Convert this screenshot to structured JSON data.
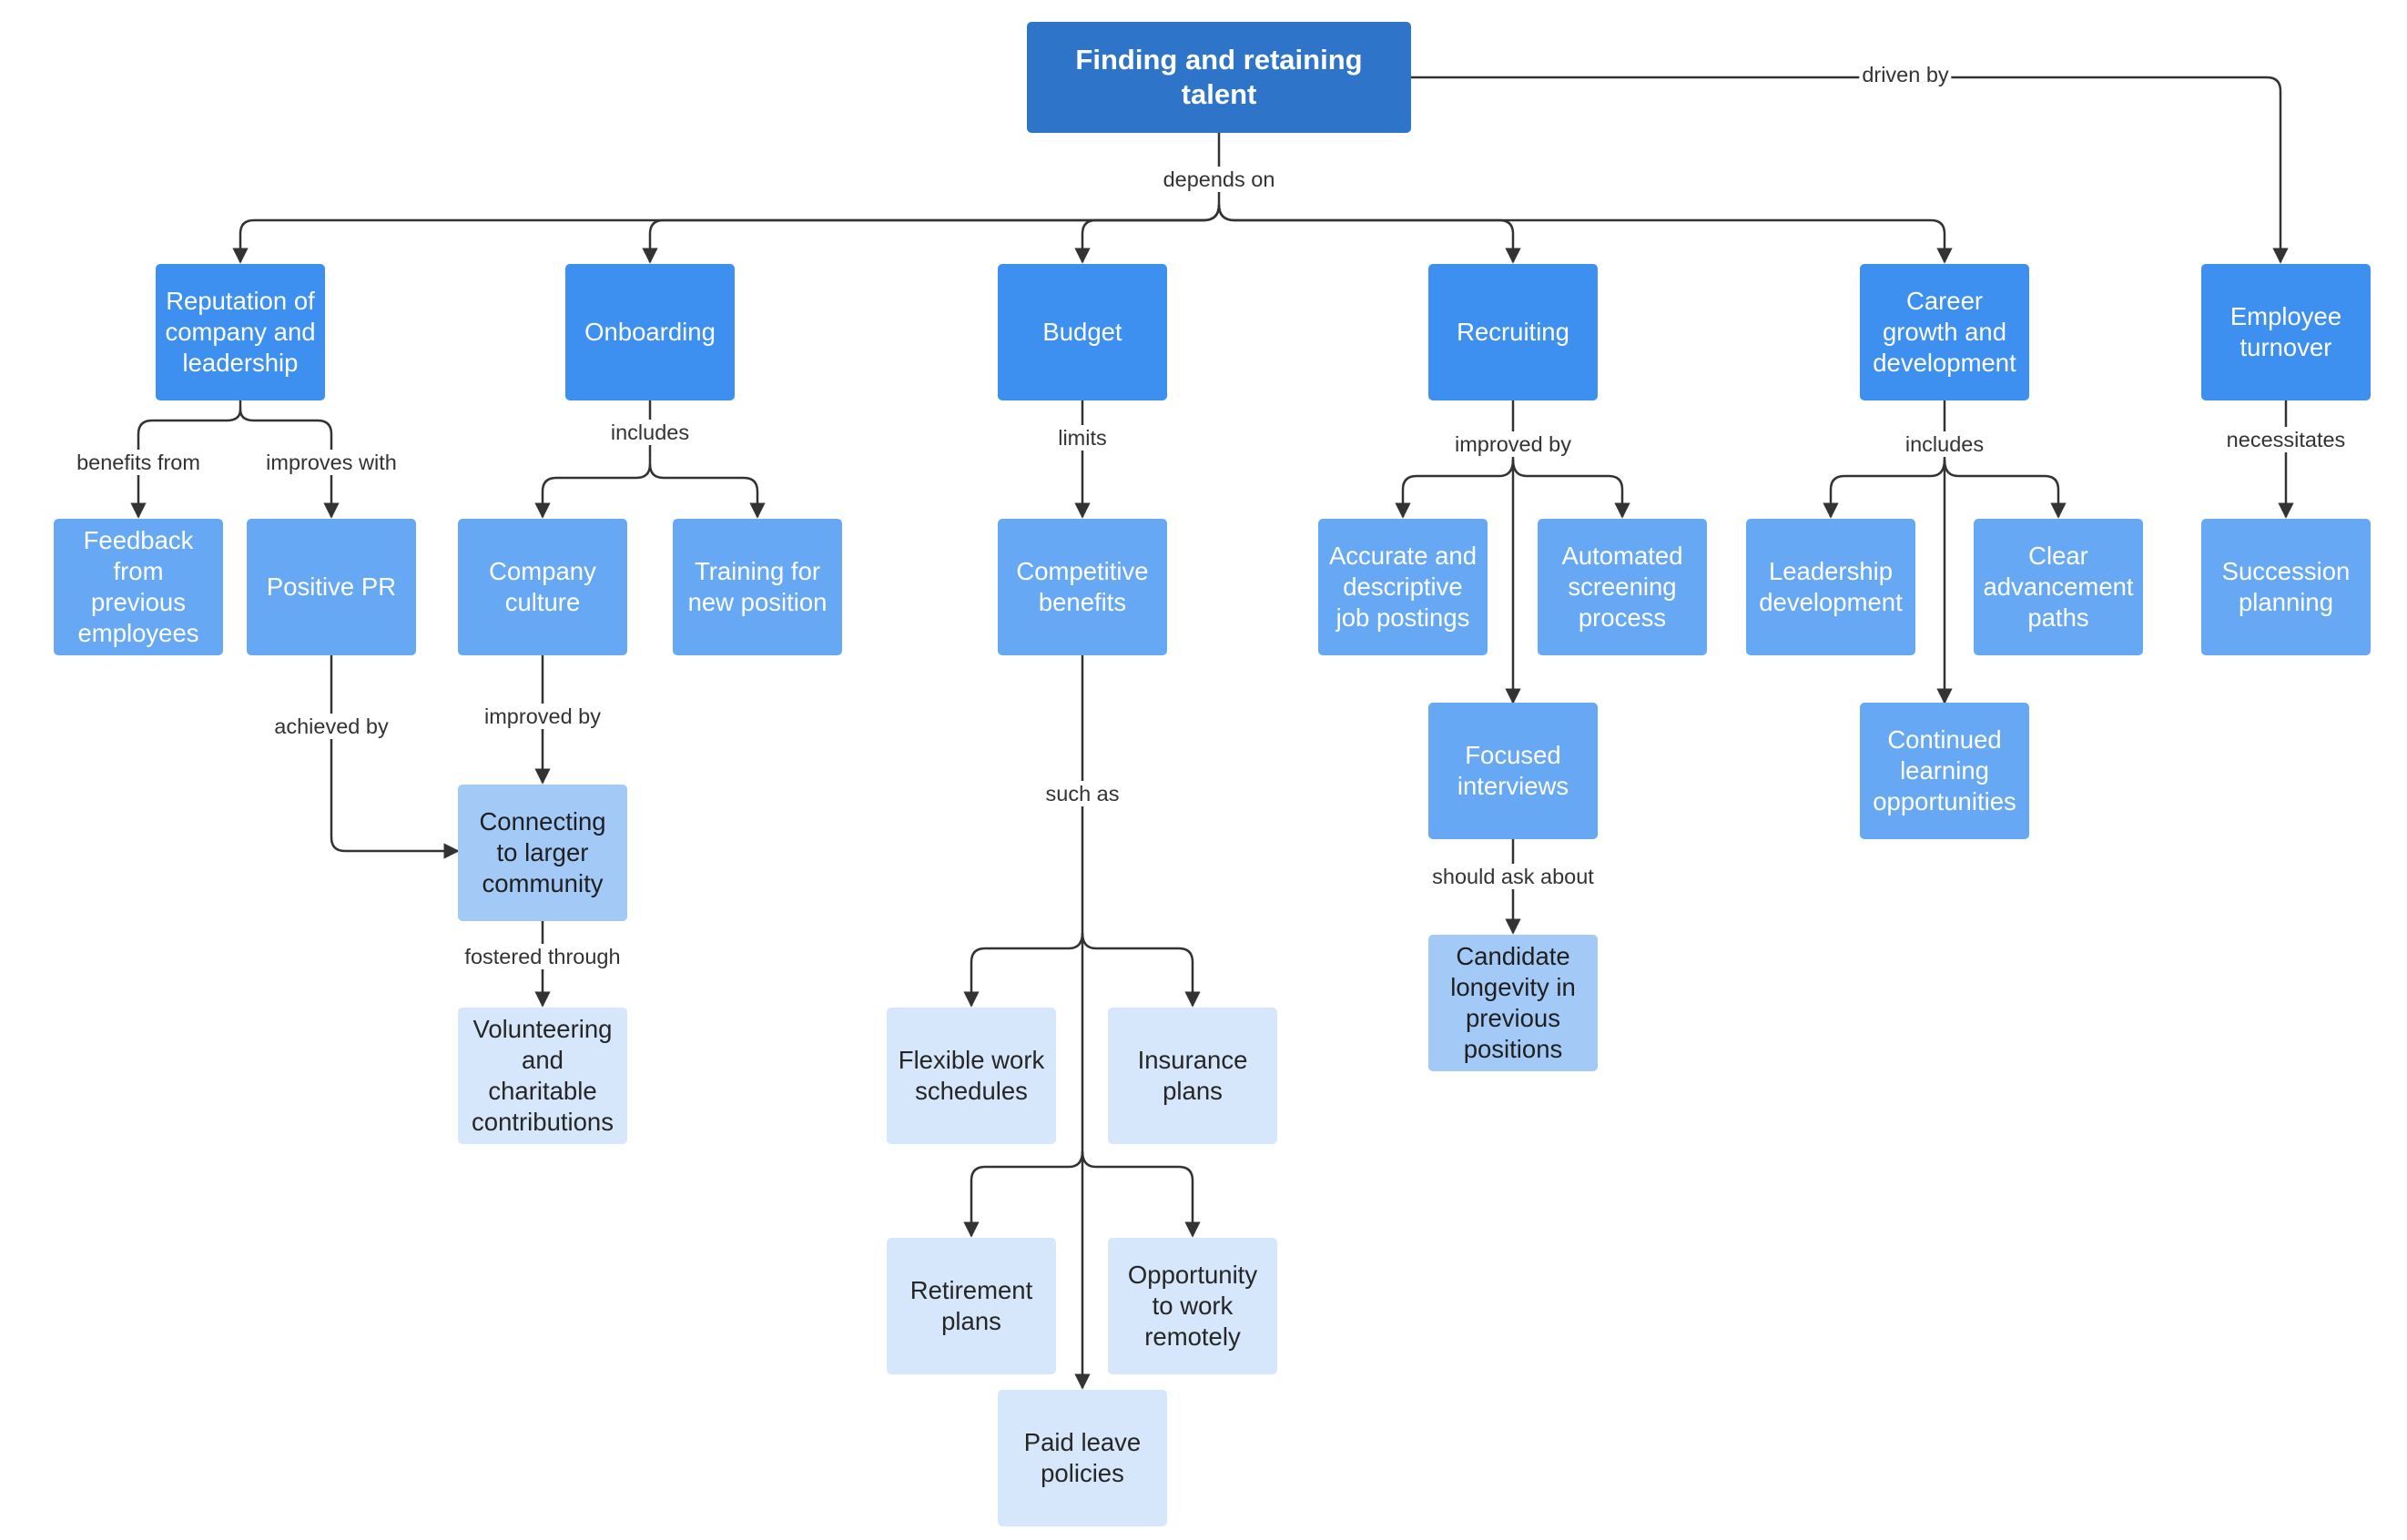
{
  "colors": {
    "root": "#2e75c9",
    "level1": "#3d8ff0",
    "level2": "#67a8f4",
    "level3": "#a3caf7",
    "level4": "#d6e7fc",
    "line": "#333333",
    "background": "#ffffff"
  },
  "nodes": {
    "root": "Finding and retaining\ntalent",
    "reputation": "Reputation of\ncompany and\nleadership",
    "onboarding": "Onboarding",
    "budget": "Budget",
    "recruiting": "Recruiting",
    "career": "Career\ngrowth and\ndevelopment",
    "turnover": "Employee\nturnover",
    "feedback": "Feedback\nfrom\nprevious\nemployees",
    "positive_pr": "Positive PR",
    "company_culture": "Company\nculture",
    "training": "Training for\nnew position",
    "competitive_benefits": "Competitive\nbenefits",
    "accurate_postings": "Accurate and\ndescriptive\njob postings",
    "automated_screening": "Automated\nscreening\nprocess",
    "leadership_dev": "Leadership\ndevelopment",
    "advancement_paths": "Clear\nadvancement\npaths",
    "succession": "Succession\nplanning",
    "focused_interviews": "Focused\ninterviews",
    "continued_learning": "Continued\nlearning\nopportunities",
    "connecting": "Connecting\nto larger\ncommunity",
    "volunteering": "Volunteering\nand\ncharitable\ncontributions",
    "candidate_longevity": "Candidate\nlongevity in\nprevious\npositions",
    "flexible": "Flexible work\nschedules",
    "insurance": "Insurance\nplans",
    "retirement": "Retirement\nplans",
    "remote": "Opportunity\nto work\nremotely",
    "paid_leave": "Paid leave\npolicies"
  },
  "edge_labels": {
    "driven_by": "driven by",
    "depends_on": "depends on",
    "benefits_from": "benefits from",
    "improves_with": "improves with",
    "includes_onboarding": "includes",
    "limits": "limits",
    "improved_by_recruiting": "improved by",
    "includes_career": "includes",
    "necessitates": "necessitates",
    "achieved_by": "achieved by",
    "improved_by_culture": "improved by",
    "such_as": "such as",
    "should_ask_about": "should ask about",
    "fostered_through": "fostered through"
  }
}
